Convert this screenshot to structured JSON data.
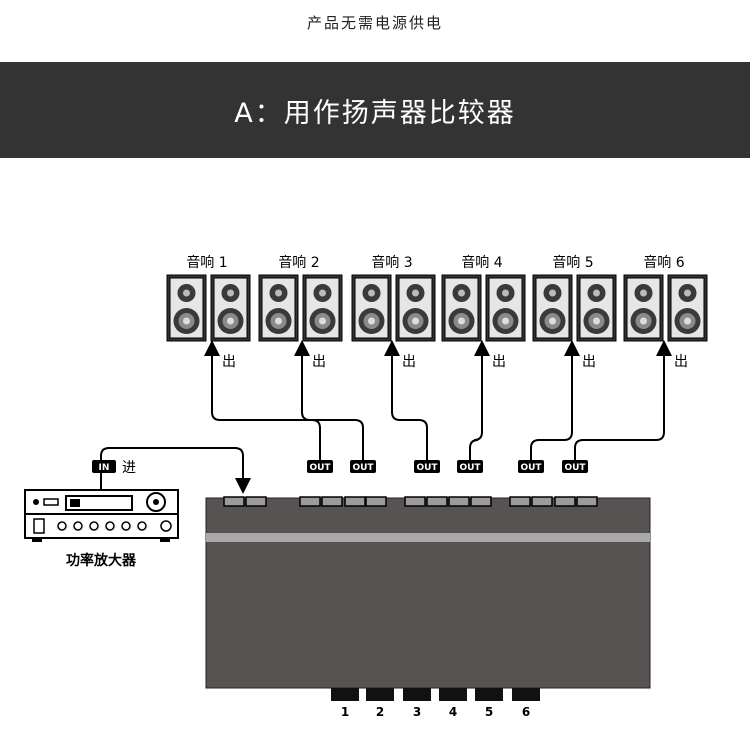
{
  "header": {
    "note": "产品无需电源供电",
    "title": "A：用作扬声器比较器"
  },
  "speakers": [
    {
      "label": "音响 1"
    },
    {
      "label": "音响 2"
    },
    {
      "label": "音响 3"
    },
    {
      "label": "音响 4"
    },
    {
      "label": "音响 5"
    },
    {
      "label": "音响 6"
    }
  ],
  "output_label": "出",
  "port_out_label": "OUT",
  "port_in_label": "IN",
  "input_label": "进",
  "amplifier_label": "功率放大器",
  "buttons": [
    "1",
    "2",
    "3",
    "4",
    "5",
    "6"
  ],
  "colors": {
    "banner": "#333333",
    "device": "#575352",
    "speaker_cabinet": "#333333",
    "port_fill": "#9b9b9b",
    "line": "#000000"
  }
}
